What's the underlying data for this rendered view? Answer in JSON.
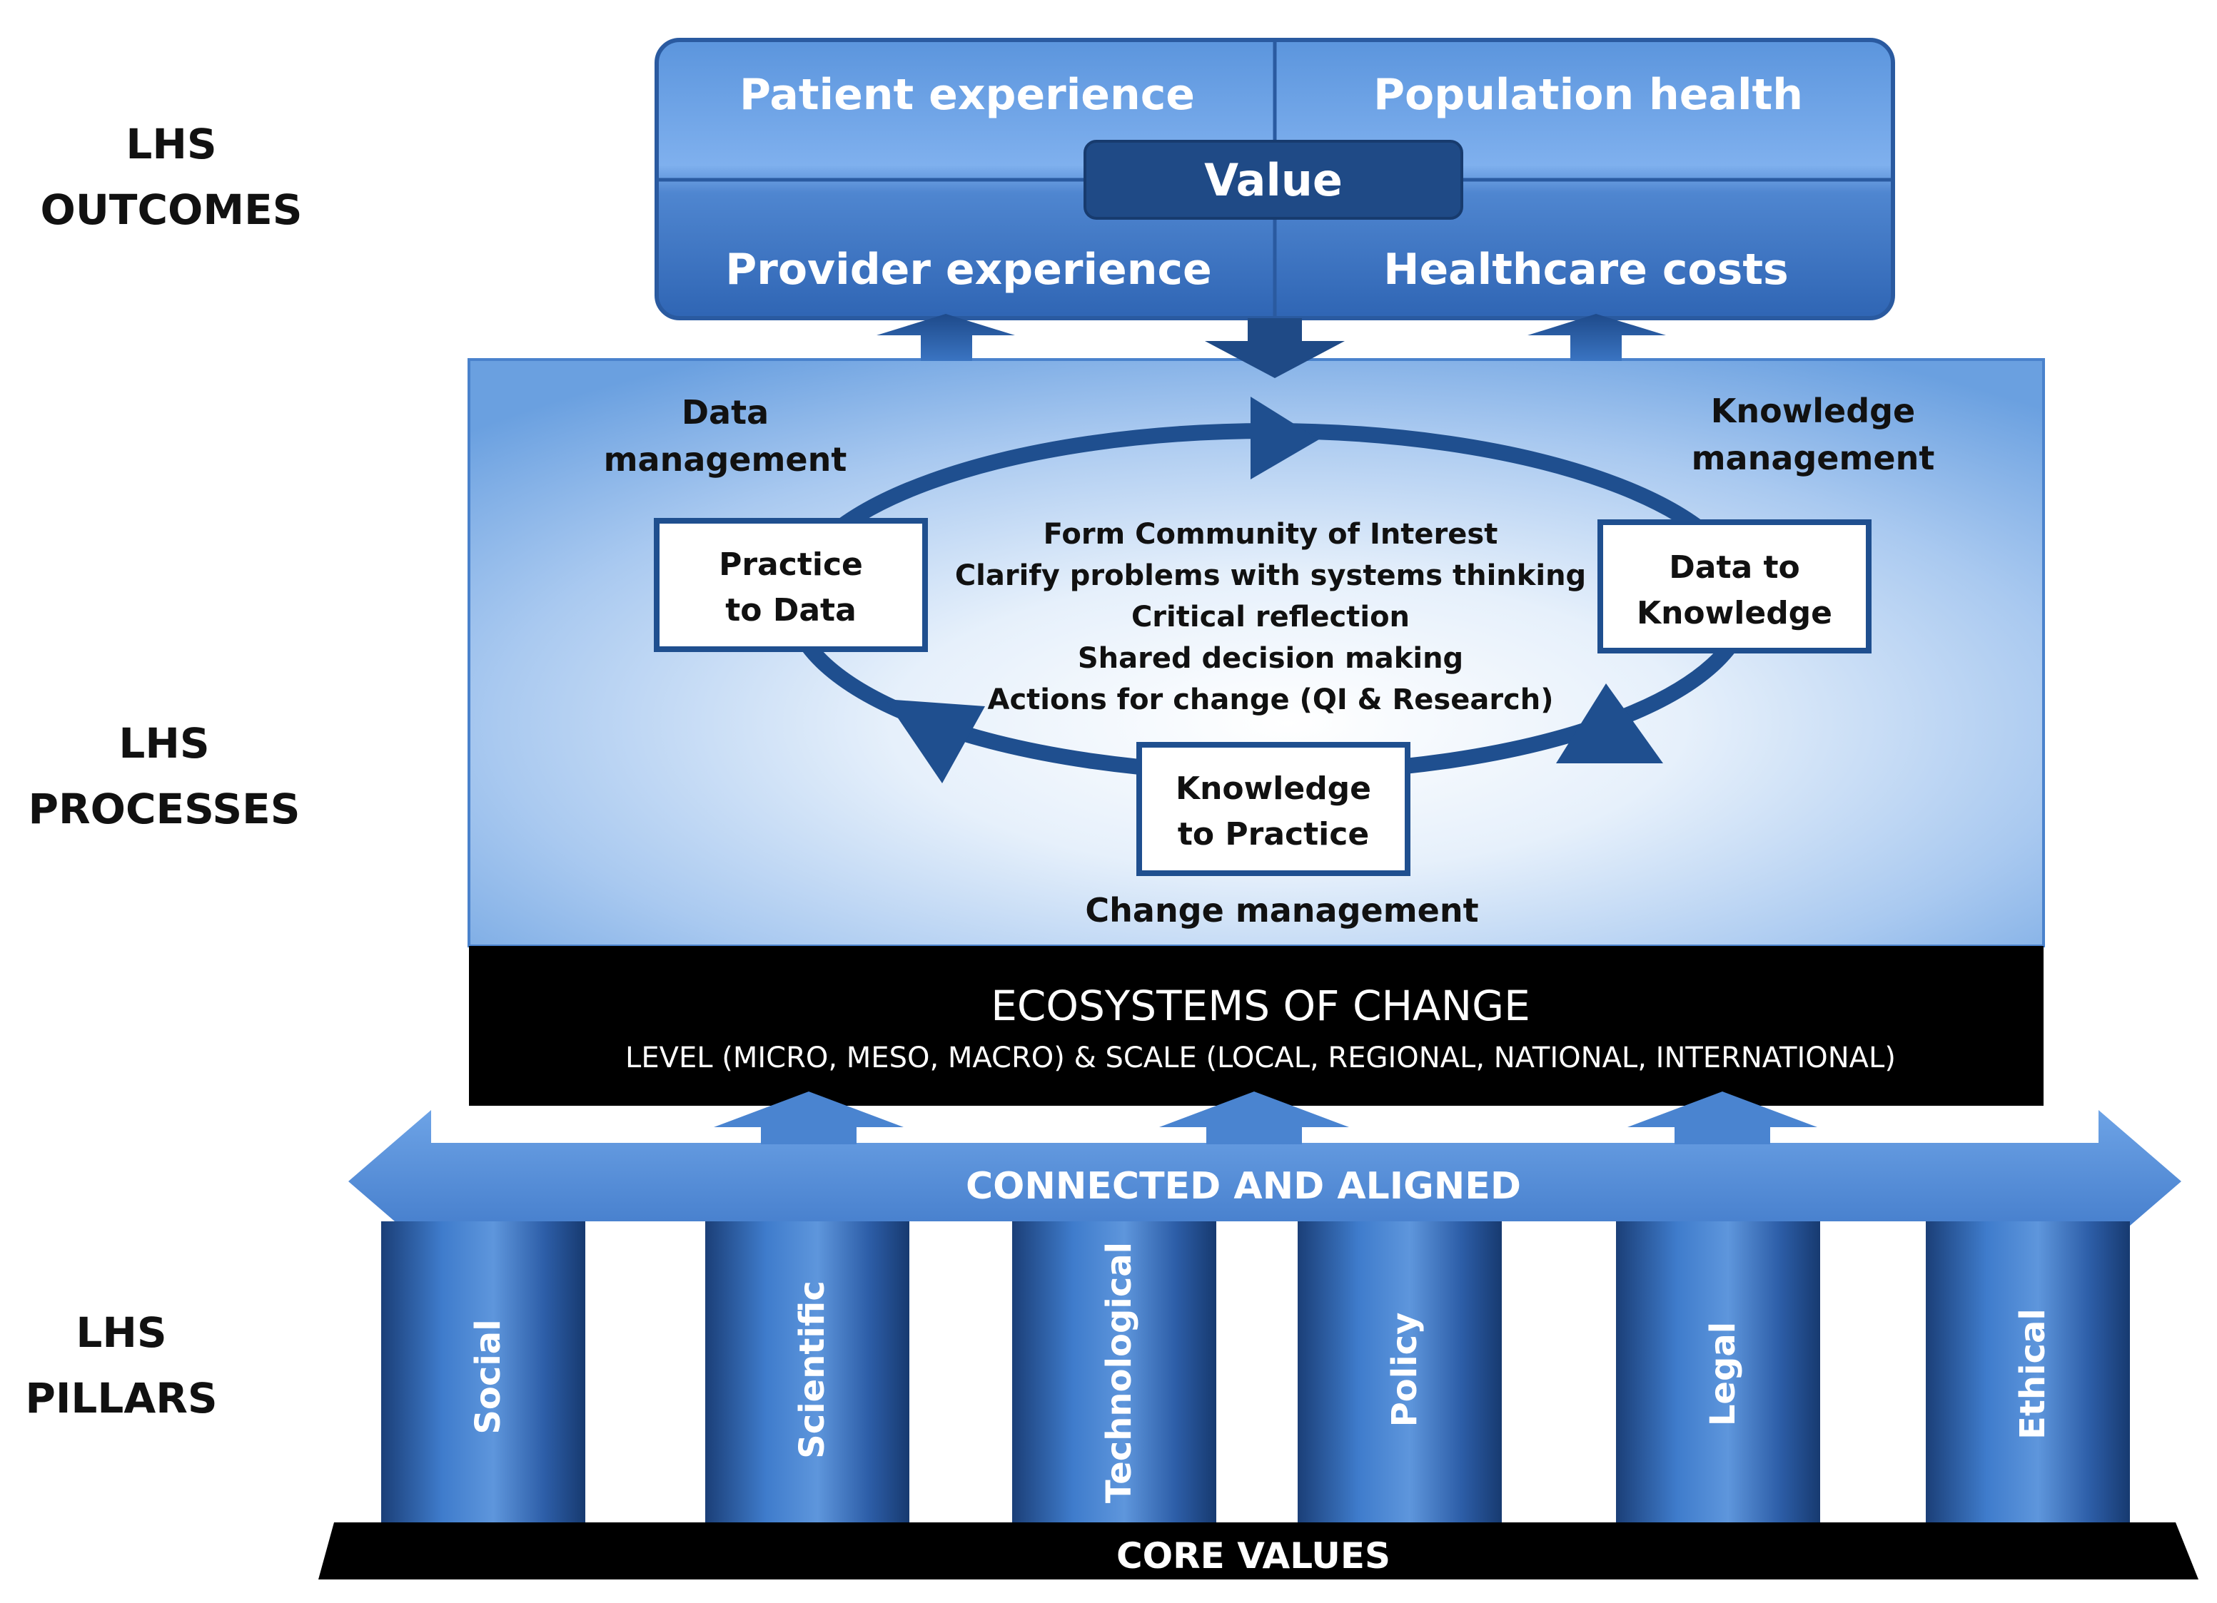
{
  "side_labels": {
    "outcomes": [
      "LHS",
      "OUTCOMES"
    ],
    "processes": [
      "LHS",
      "PROCESSES"
    ],
    "pillars": [
      "LHS",
      "PILLARS"
    ]
  },
  "outcomes": {
    "patient_experience": "Patient experience",
    "population_health": "Population health",
    "value": "Value",
    "provider_experience": "Provider experience",
    "healthcare_costs": "Healthcare costs"
  },
  "processes": {
    "data_management": [
      "Data",
      "management"
    ],
    "knowledge_management": [
      "Knowledge",
      "management"
    ],
    "change_management": "Change management",
    "practice_to_data": [
      "Practice",
      "to Data"
    ],
    "data_to_knowledge": [
      "Data to",
      "Knowledge"
    ],
    "knowledge_to_practice": [
      "Knowledge",
      "to Practice"
    ],
    "center_lines": [
      "Form Community of Interest",
      "Clarify problems with systems thinking",
      "Critical reflection",
      "Shared decision making",
      "Actions for change (QI & Research)"
    ]
  },
  "ecosystems": {
    "title": "ECOSYSTEMS OF CHANGE",
    "subtitle": "LEVEL (MICRO, MESO, MACRO) & SCALE (LOCAL, REGIONAL, NATIONAL, INTERNATIONAL)"
  },
  "connected": "CONNECTED AND ALIGNED",
  "pillars": [
    "Social",
    "Scientific",
    "Technological",
    "Policy",
    "Legal",
    "Ethical"
  ],
  "core_values": "CORE VALUES",
  "colors": {
    "blue_dark": "#1f4f8f",
    "blue_mid": "#3f7ccc",
    "blue_light": "#a9c9f2",
    "black": "#000000"
  }
}
